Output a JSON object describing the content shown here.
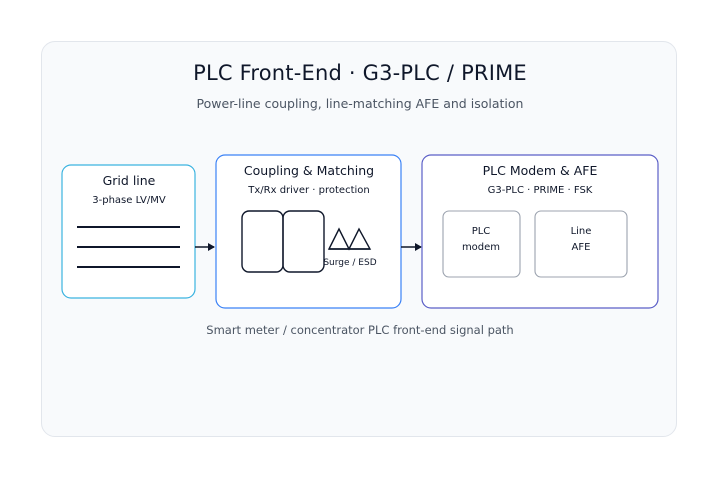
{
  "diagram": {
    "title": "PLC Front-End · G3-PLC / PRIME",
    "subtitle": "Power-line coupling, line-matching AFE and isolation",
    "caption": "Smart meter / concentrator PLC front-end signal path",
    "grid": {
      "title": "Grid line",
      "subtitle": "3-phase LV/MV"
    },
    "coupling": {
      "title": "Coupling & Matching",
      "subtitle": "Tx/Rx driver · protection",
      "surge_label": "Surge / ESD"
    },
    "modem": {
      "title": "PLC Modem & AFE",
      "subtitle": "G3-PLC · PRIME · FSK",
      "plc_line1": "PLC",
      "plc_line2": "modem",
      "afe_line1": "Line",
      "afe_line2": "AFE"
    }
  },
  "colors": {
    "grid_border": "#3bb3e0",
    "coupling_border": "#3b82f6",
    "modem_border": "#5b5fc7",
    "inner_border": "#9ca3af",
    "ink": "#0f172a"
  }
}
